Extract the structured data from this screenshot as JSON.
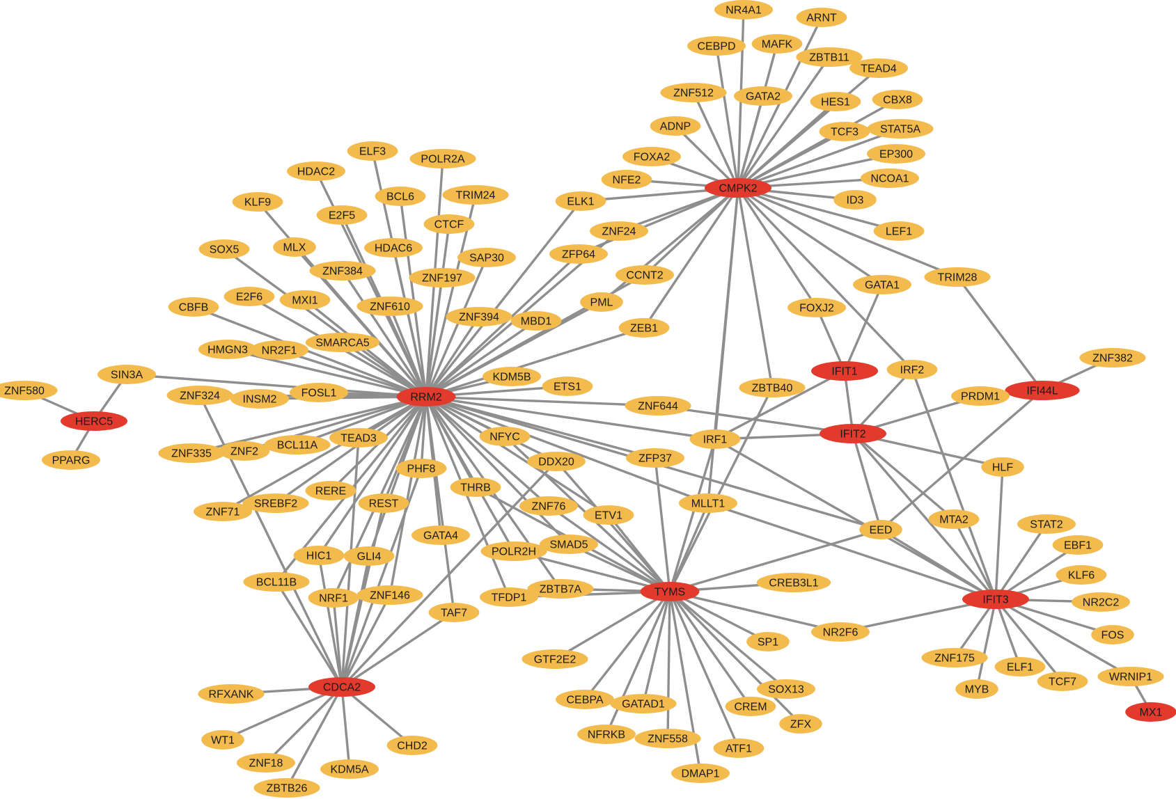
{
  "colors": {
    "hub": "#e23b2e",
    "target": "#f3bb4e",
    "edge": "#8e8e8e",
    "label": "#1a1a1a"
  },
  "nodes": [
    {
      "id": "RRM2",
      "label": "RRM2",
      "kind": "hub"
    },
    {
      "id": "CMPK2",
      "label": "CMPK2",
      "kind": "hub"
    },
    {
      "id": "HERC5",
      "label": "HERC5",
      "kind": "hub"
    },
    {
      "id": "IFIT1",
      "label": "IFIT1",
      "kind": "hub"
    },
    {
      "id": "IFIT2",
      "label": "IFIT2",
      "kind": "hub"
    },
    {
      "id": "IFI44L",
      "label": "IFI44L",
      "kind": "hub"
    },
    {
      "id": "IFIT3",
      "label": "IFIT3",
      "kind": "hub"
    },
    {
      "id": "TYMS",
      "label": "TYMS",
      "kind": "hub"
    },
    {
      "id": "CDCA2",
      "label": "CDCA2",
      "kind": "hub"
    },
    {
      "id": "MX1",
      "label": "MX1",
      "kind": "hub"
    },
    {
      "id": "NR4A1",
      "label": "NR4A1",
      "kind": "target"
    },
    {
      "id": "ARNT",
      "label": "ARNT",
      "kind": "target"
    },
    {
      "id": "CEBPD",
      "label": "CEBPD",
      "kind": "target"
    },
    {
      "id": "MAFK",
      "label": "MAFK",
      "kind": "target"
    },
    {
      "id": "ZBTB11",
      "label": "ZBTB11",
      "kind": "target"
    },
    {
      "id": "TEAD4",
      "label": "TEAD4",
      "kind": "target"
    },
    {
      "id": "ZNF512",
      "label": "ZNF512",
      "kind": "target"
    },
    {
      "id": "GATA2",
      "label": "GATA2",
      "kind": "target"
    },
    {
      "id": "HES1",
      "label": "HES1",
      "kind": "target"
    },
    {
      "id": "CBX8",
      "label": "CBX8",
      "kind": "target"
    },
    {
      "id": "ADNP",
      "label": "ADNP",
      "kind": "target"
    },
    {
      "id": "TCF3",
      "label": "TCF3",
      "kind": "target"
    },
    {
      "id": "STAT5A",
      "label": "STAT5A",
      "kind": "target"
    },
    {
      "id": "FOXA2",
      "label": "FOXA2",
      "kind": "target"
    },
    {
      "id": "EP300",
      "label": "EP300",
      "kind": "target"
    },
    {
      "id": "NFE2",
      "label": "NFE2",
      "kind": "target"
    },
    {
      "id": "NCOA1",
      "label": "NCOA1",
      "kind": "target"
    },
    {
      "id": "ELK1",
      "label": "ELK1",
      "kind": "target"
    },
    {
      "id": "ID3",
      "label": "ID3",
      "kind": "target"
    },
    {
      "id": "ZNF24",
      "label": "ZNF24",
      "kind": "target"
    },
    {
      "id": "LEF1",
      "label": "LEF1",
      "kind": "target"
    },
    {
      "id": "ZFP64",
      "label": "ZFP64",
      "kind": "target"
    },
    {
      "id": "CCNT2",
      "label": "CCNT2",
      "kind": "target"
    },
    {
      "id": "GATA1",
      "label": "GATA1",
      "kind": "target"
    },
    {
      "id": "TRIM28",
      "label": "TRIM28",
      "kind": "target"
    },
    {
      "id": "PML",
      "label": "PML",
      "kind": "target"
    },
    {
      "id": "FOXJ2",
      "label": "FOXJ2",
      "kind": "target"
    },
    {
      "id": "ZEB1",
      "label": "ZEB1",
      "kind": "target"
    },
    {
      "id": "ELF3",
      "label": "ELF3",
      "kind": "target"
    },
    {
      "id": "POLR2A",
      "label": "POLR2A",
      "kind": "target"
    },
    {
      "id": "HDAC2",
      "label": "HDAC2",
      "kind": "target"
    },
    {
      "id": "BCL6",
      "label": "BCL6",
      "kind": "target"
    },
    {
      "id": "TRIM24",
      "label": "TRIM24",
      "kind": "target"
    },
    {
      "id": "KLF9",
      "label": "KLF9",
      "kind": "target"
    },
    {
      "id": "E2F5",
      "label": "E2F5",
      "kind": "target"
    },
    {
      "id": "CTCF",
      "label": "CTCF",
      "kind": "target"
    },
    {
      "id": "SOX5",
      "label": "SOX5",
      "kind": "target"
    },
    {
      "id": "MLX",
      "label": "MLX",
      "kind": "target"
    },
    {
      "id": "HDAC6",
      "label": "HDAC6",
      "kind": "target"
    },
    {
      "id": "SAP30",
      "label": "SAP30",
      "kind": "target"
    },
    {
      "id": "ZNF384",
      "label": "ZNF384",
      "kind": "target"
    },
    {
      "id": "ZNF197",
      "label": "ZNF197",
      "kind": "target"
    },
    {
      "id": "E2F6",
      "label": "E2F6",
      "kind": "target"
    },
    {
      "id": "MXI1",
      "label": "MXI1",
      "kind": "target"
    },
    {
      "id": "ZNF610",
      "label": "ZNF610",
      "kind": "target"
    },
    {
      "id": "ZNF394",
      "label": "ZNF394",
      "kind": "target"
    },
    {
      "id": "MBD1",
      "label": "MBD1",
      "kind": "target"
    },
    {
      "id": "CBFB",
      "label": "CBFB",
      "kind": "target"
    },
    {
      "id": "SMARCA5",
      "label": "SMARCA5",
      "kind": "target"
    },
    {
      "id": "HMGN3",
      "label": "HMGN3",
      "kind": "target"
    },
    {
      "id": "NR2F1",
      "label": "NR2F1",
      "kind": "target"
    },
    {
      "id": "KDM5B",
      "label": "KDM5B",
      "kind": "target"
    },
    {
      "id": "ETS1",
      "label": "ETS1",
      "kind": "target"
    },
    {
      "id": "SIN3A",
      "label": "SIN3A",
      "kind": "target"
    },
    {
      "id": "ZNF580",
      "label": "ZNF580",
      "kind": "target"
    },
    {
      "id": "ZNF324",
      "label": "ZNF324",
      "kind": "target"
    },
    {
      "id": "INSM2",
      "label": "INSM2",
      "kind": "target"
    },
    {
      "id": "FOSL1",
      "label": "FOSL1",
      "kind": "target"
    },
    {
      "id": "ZBTB40",
      "label": "ZBTB40",
      "kind": "target"
    },
    {
      "id": "IRF2",
      "label": "IRF2",
      "kind": "target"
    },
    {
      "id": "ZNF382",
      "label": "ZNF382",
      "kind": "target"
    },
    {
      "id": "PRDM1",
      "label": "PRDM1",
      "kind": "target"
    },
    {
      "id": "ZNF644",
      "label": "ZNF644",
      "kind": "target"
    },
    {
      "id": "PPARG",
      "label": "PPARG",
      "kind": "target"
    },
    {
      "id": "ZNF335",
      "label": "ZNF335",
      "kind": "target"
    },
    {
      "id": "ZNF2",
      "label": "ZNF2",
      "kind": "target"
    },
    {
      "id": "BCL11A",
      "label": "BCL11A",
      "kind": "target"
    },
    {
      "id": "TEAD3",
      "label": "TEAD3",
      "kind": "target"
    },
    {
      "id": "NFYC",
      "label": "NFYC",
      "kind": "target"
    },
    {
      "id": "IRF1",
      "label": "IRF1",
      "kind": "target"
    },
    {
      "id": "DDX20",
      "label": "DDX20",
      "kind": "target"
    },
    {
      "id": "ZFP37",
      "label": "ZFP37",
      "kind": "target"
    },
    {
      "id": "HLF",
      "label": "HLF",
      "kind": "target"
    },
    {
      "id": "PHF8",
      "label": "PHF8",
      "kind": "target"
    },
    {
      "id": "ZNF71",
      "label": "ZNF71",
      "kind": "target"
    },
    {
      "id": "SREBF2",
      "label": "SREBF2",
      "kind": "target"
    },
    {
      "id": "RERE",
      "label": "RERE",
      "kind": "target"
    },
    {
      "id": "REST",
      "label": "REST",
      "kind": "target"
    },
    {
      "id": "THRB",
      "label": "THRB",
      "kind": "target"
    },
    {
      "id": "ZNF76",
      "label": "ZNF76",
      "kind": "target"
    },
    {
      "id": "MLLT1",
      "label": "MLLT1",
      "kind": "target"
    },
    {
      "id": "ETV1",
      "label": "ETV1",
      "kind": "target"
    },
    {
      "id": "MTA2",
      "label": "MTA2",
      "kind": "target"
    },
    {
      "id": "EED",
      "label": "EED",
      "kind": "target"
    },
    {
      "id": "STAT2",
      "label": "STAT2",
      "kind": "target"
    },
    {
      "id": "GATA4",
      "label": "GATA4",
      "kind": "target"
    },
    {
      "id": "SMAD5",
      "label": "SMAD5",
      "kind": "target"
    },
    {
      "id": "EBF1",
      "label": "EBF1",
      "kind": "target"
    },
    {
      "id": "HIC1",
      "label": "HIC1",
      "kind": "target"
    },
    {
      "id": "GLI4",
      "label": "GLI4",
      "kind": "target"
    },
    {
      "id": "POLR2H",
      "label": "POLR2H",
      "kind": "target"
    },
    {
      "id": "KLF6",
      "label": "KLF6",
      "kind": "target"
    },
    {
      "id": "BCL11B",
      "label": "BCL11B",
      "kind": "target"
    },
    {
      "id": "ZBTB7A",
      "label": "ZBTB7A",
      "kind": "target"
    },
    {
      "id": "CREB3L1",
      "label": "CREB3L1",
      "kind": "target"
    },
    {
      "id": "NRF1",
      "label": "NRF1",
      "kind": "target"
    },
    {
      "id": "ZNF146",
      "label": "ZNF146",
      "kind": "target"
    },
    {
      "id": "TFDP1",
      "label": "TFDP1",
      "kind": "target"
    },
    {
      "id": "NR2C2",
      "label": "NR2C2",
      "kind": "target"
    },
    {
      "id": "TAF7",
      "label": "TAF7",
      "kind": "target"
    },
    {
      "id": "NR2F6",
      "label": "NR2F6",
      "kind": "target"
    },
    {
      "id": "FOS",
      "label": "FOS",
      "kind": "target"
    },
    {
      "id": "SP1",
      "label": "SP1",
      "kind": "target"
    },
    {
      "id": "ZNF175",
      "label": "ZNF175",
      "kind": "target"
    },
    {
      "id": "GTF2E2",
      "label": "GTF2E2",
      "kind": "target"
    },
    {
      "id": "ELF1",
      "label": "ELF1",
      "kind": "target"
    },
    {
      "id": "WRNIP1",
      "label": "WRNIP1",
      "kind": "target"
    },
    {
      "id": "TCF7",
      "label": "TCF7",
      "kind": "target"
    },
    {
      "id": "MYB",
      "label": "MYB",
      "kind": "target"
    },
    {
      "id": "SOX13",
      "label": "SOX13",
      "kind": "target"
    },
    {
      "id": "RFXANK",
      "label": "RFXANK",
      "kind": "target"
    },
    {
      "id": "CEBPA",
      "label": "CEBPA",
      "kind": "target"
    },
    {
      "id": "GATAD1",
      "label": "GATAD1",
      "kind": "target"
    },
    {
      "id": "CREM",
      "label": "CREM",
      "kind": "target"
    },
    {
      "id": "ZFX",
      "label": "ZFX",
      "kind": "target"
    },
    {
      "id": "NFRKB",
      "label": "NFRKB",
      "kind": "target"
    },
    {
      "id": "ZNF558",
      "label": "ZNF558",
      "kind": "target"
    },
    {
      "id": "ATF1",
      "label": "ATF1",
      "kind": "target"
    },
    {
      "id": "WT1",
      "label": "WT1",
      "kind": "target"
    },
    {
      "id": "CHD2",
      "label": "CHD2",
      "kind": "target"
    },
    {
      "id": "ZNF18",
      "label": "ZNF18",
      "kind": "target"
    },
    {
      "id": "KDM5A",
      "label": "KDM5A",
      "kind": "target"
    },
    {
      "id": "DMAP1",
      "label": "DMAP1",
      "kind": "target"
    },
    {
      "id": "ZBTB26",
      "label": "ZBTB26",
      "kind": "target"
    }
  ],
  "edges": [
    [
      "CMPK2",
      "NR4A1"
    ],
    [
      "CMPK2",
      "ARNT"
    ],
    [
      "CMPK2",
      "CEBPD"
    ],
    [
      "CMPK2",
      "MAFK"
    ],
    [
      "CMPK2",
      "ZBTB11"
    ],
    [
      "CMPK2",
      "TEAD4"
    ],
    [
      "CMPK2",
      "ZNF512"
    ],
    [
      "CMPK2",
      "GATA2"
    ],
    [
      "CMPK2",
      "HES1"
    ],
    [
      "CMPK2",
      "CBX8"
    ],
    [
      "CMPK2",
      "ADNP"
    ],
    [
      "CMPK2",
      "TCF3"
    ],
    [
      "CMPK2",
      "STAT5A"
    ],
    [
      "CMPK2",
      "FOXA2"
    ],
    [
      "CMPK2",
      "EP300"
    ],
    [
      "CMPK2",
      "NFE2"
    ],
    [
      "CMPK2",
      "NCOA1"
    ],
    [
      "CMPK2",
      "ELK1"
    ],
    [
      "CMPK2",
      "ID3"
    ],
    [
      "CMPK2",
      "ZNF24"
    ],
    [
      "CMPK2",
      "LEF1"
    ],
    [
      "CMPK2",
      "ZFP64"
    ],
    [
      "CMPK2",
      "CCNT2"
    ],
    [
      "CMPK2",
      "PML"
    ],
    [
      "CMPK2",
      "ZEB1"
    ],
    [
      "CMPK2",
      "GATA1"
    ],
    [
      "CMPK2",
      "TRIM28"
    ],
    [
      "CMPK2",
      "FOXJ2"
    ],
    [
      "CMPK2",
      "ZBTB40"
    ],
    [
      "CMPK2",
      "IRF2"
    ],
    [
      "CMPK2",
      "IRF1"
    ],
    [
      "CMPK2",
      "MLLT1"
    ],
    [
      "RRM2",
      "ELK1"
    ],
    [
      "RRM2",
      "ELF3"
    ],
    [
      "RRM2",
      "POLR2A"
    ],
    [
      "RRM2",
      "HDAC2"
    ],
    [
      "RRM2",
      "BCL6"
    ],
    [
      "RRM2",
      "TRIM24"
    ],
    [
      "RRM2",
      "KLF9"
    ],
    [
      "RRM2",
      "E2F5"
    ],
    [
      "RRM2",
      "CTCF"
    ],
    [
      "RRM2",
      "SOX5"
    ],
    [
      "RRM2",
      "MLX"
    ],
    [
      "RRM2",
      "HDAC6"
    ],
    [
      "RRM2",
      "SAP30"
    ],
    [
      "RRM2",
      "ZNF384"
    ],
    [
      "RRM2",
      "ZNF197"
    ],
    [
      "RRM2",
      "E2F6"
    ],
    [
      "RRM2",
      "MXI1"
    ],
    [
      "RRM2",
      "ZNF610"
    ],
    [
      "RRM2",
      "ZNF394"
    ],
    [
      "RRM2",
      "MBD1"
    ],
    [
      "RRM2",
      "CBFB"
    ],
    [
      "RRM2",
      "SMARCA5"
    ],
    [
      "RRM2",
      "HMGN3"
    ],
    [
      "RRM2",
      "NR2F1"
    ],
    [
      "RRM2",
      "KDM5B"
    ],
    [
      "RRM2",
      "ETS1"
    ],
    [
      "RRM2",
      "SIN3A"
    ],
    [
      "RRM2",
      "ZNF324"
    ],
    [
      "RRM2",
      "INSM2"
    ],
    [
      "RRM2",
      "FOSL1"
    ],
    [
      "RRM2",
      "ZNF24"
    ],
    [
      "RRM2",
      "ZFP64"
    ],
    [
      "RRM2",
      "CCNT2"
    ],
    [
      "RRM2",
      "PML"
    ],
    [
      "RRM2",
      "ZEB1"
    ],
    [
      "RRM2",
      "ZNF644"
    ],
    [
      "RRM2",
      "ZNF335"
    ],
    [
      "RRM2",
      "ZNF2"
    ],
    [
      "RRM2",
      "BCL11A"
    ],
    [
      "RRM2",
      "TEAD3"
    ],
    [
      "RRM2",
      "NFYC"
    ],
    [
      "RRM2",
      "IRF1"
    ],
    [
      "RRM2",
      "DDX20"
    ],
    [
      "RRM2",
      "ZFP37"
    ],
    [
      "RRM2",
      "PHF8"
    ],
    [
      "RRM2",
      "ZNF71"
    ],
    [
      "RRM2",
      "SREBF2"
    ],
    [
      "RRM2",
      "RERE"
    ],
    [
      "RRM2",
      "REST"
    ],
    [
      "RRM2",
      "THRB"
    ],
    [
      "RRM2",
      "ZNF76"
    ],
    [
      "RRM2",
      "ETV1"
    ],
    [
      "RRM2",
      "MLLT1"
    ],
    [
      "RRM2",
      "GATA4"
    ],
    [
      "RRM2",
      "SMAD5"
    ],
    [
      "RRM2",
      "HIC1"
    ],
    [
      "RRM2",
      "GLI4"
    ],
    [
      "RRM2",
      "POLR2H"
    ],
    [
      "RRM2",
      "BCL11B"
    ],
    [
      "RRM2",
      "ZBTB7A"
    ],
    [
      "RRM2",
      "NRF1"
    ],
    [
      "RRM2",
      "ZNF146"
    ],
    [
      "RRM2",
      "TFDP1"
    ],
    [
      "RRM2",
      "TAF7"
    ],
    [
      "RRM2",
      "EED"
    ],
    [
      "HERC5",
      "ZNF580"
    ],
    [
      "HERC5",
      "SIN3A"
    ],
    [
      "HERC5",
      "PPARG"
    ],
    [
      "IFIT1",
      "FOXJ2"
    ],
    [
      "IFIT1",
      "GATA1"
    ],
    [
      "IFIT1",
      "IFIT2"
    ],
    [
      "IFIT1",
      "IRF1"
    ],
    [
      "IFIT2",
      "ZNF644"
    ],
    [
      "IFIT2",
      "IRF2"
    ],
    [
      "IFIT2",
      "PRDM1"
    ],
    [
      "IFIT2",
      "IRF1"
    ],
    [
      "IFIT2",
      "HLF"
    ],
    [
      "IFIT2",
      "MTA2"
    ],
    [
      "IFIT2",
      "EED"
    ],
    [
      "IFI44L",
      "TRIM28"
    ],
    [
      "IFI44L",
      "ZNF382"
    ],
    [
      "IFI44L",
      "EED"
    ],
    [
      "IFIT3",
      "HLF"
    ],
    [
      "IFIT3",
      "MTA2"
    ],
    [
      "IFIT3",
      "EED"
    ],
    [
      "IFIT3",
      "IRF2"
    ],
    [
      "IFIT3",
      "IFIT2"
    ],
    [
      "IFIT3",
      "IRF1"
    ],
    [
      "IFIT3",
      "MLLT1"
    ],
    [
      "IFIT3",
      "NR2F6"
    ],
    [
      "IFIT3",
      "STAT2"
    ],
    [
      "IFIT3",
      "EBF1"
    ],
    [
      "IFIT3",
      "KLF6"
    ],
    [
      "IFIT3",
      "NR2C2"
    ],
    [
      "IFIT3",
      "FOS"
    ],
    [
      "IFIT3",
      "ZNF175"
    ],
    [
      "IFIT3",
      "ELF1"
    ],
    [
      "IFIT3",
      "WRNIP1"
    ],
    [
      "IFIT3",
      "TCF7"
    ],
    [
      "IFIT3",
      "MYB"
    ],
    [
      "MX1",
      "WRNIP1"
    ],
    [
      "TYMS",
      "IRF1"
    ],
    [
      "TYMS",
      "MLLT1"
    ],
    [
      "TYMS",
      "ZBTB40"
    ],
    [
      "TYMS",
      "NFYC"
    ],
    [
      "TYMS",
      "ZFP37"
    ],
    [
      "TYMS",
      "DDX20"
    ],
    [
      "TYMS",
      "ZNF76"
    ],
    [
      "TYMS",
      "ETV1"
    ],
    [
      "TYMS",
      "THRB"
    ],
    [
      "TYMS",
      "SMAD5"
    ],
    [
      "TYMS",
      "POLR2H"
    ],
    [
      "TYMS",
      "ZBTB7A"
    ],
    [
      "TYMS",
      "TFDP1"
    ],
    [
      "TYMS",
      "CREB3L1"
    ],
    [
      "TYMS",
      "EED"
    ],
    [
      "TYMS",
      "NR2F6"
    ],
    [
      "TYMS",
      "SP1"
    ],
    [
      "TYMS",
      "GTF2E2"
    ],
    [
      "TYMS",
      "SOX13"
    ],
    [
      "TYMS",
      "CEBPA"
    ],
    [
      "TYMS",
      "GATAD1"
    ],
    [
      "TYMS",
      "CREM"
    ],
    [
      "TYMS",
      "ZFX"
    ],
    [
      "TYMS",
      "NFRKB"
    ],
    [
      "TYMS",
      "ZNF558"
    ],
    [
      "TYMS",
      "ATF1"
    ],
    [
      "TYMS",
      "DMAP1"
    ],
    [
      "CDCA2",
      "TEAD3"
    ],
    [
      "CDCA2",
      "DDX20"
    ],
    [
      "CDCA2",
      "PHF8"
    ],
    [
      "CDCA2",
      "REST"
    ],
    [
      "CDCA2",
      "HIC1"
    ],
    [
      "CDCA2",
      "GLI4"
    ],
    [
      "CDCA2",
      "BCL11B"
    ],
    [
      "CDCA2",
      "NRF1"
    ],
    [
      "CDCA2",
      "ZNF146"
    ],
    [
      "CDCA2",
      "TAF7"
    ],
    [
      "CDCA2",
      "RFXANK"
    ],
    [
      "CDCA2",
      "WT1"
    ],
    [
      "CDCA2",
      "CHD2"
    ],
    [
      "CDCA2",
      "ZNF18"
    ],
    [
      "CDCA2",
      "KDM5A"
    ],
    [
      "CDCA2",
      "ZBTB26"
    ],
    [
      "CDCA2",
      "ZNF324"
    ]
  ]
}
